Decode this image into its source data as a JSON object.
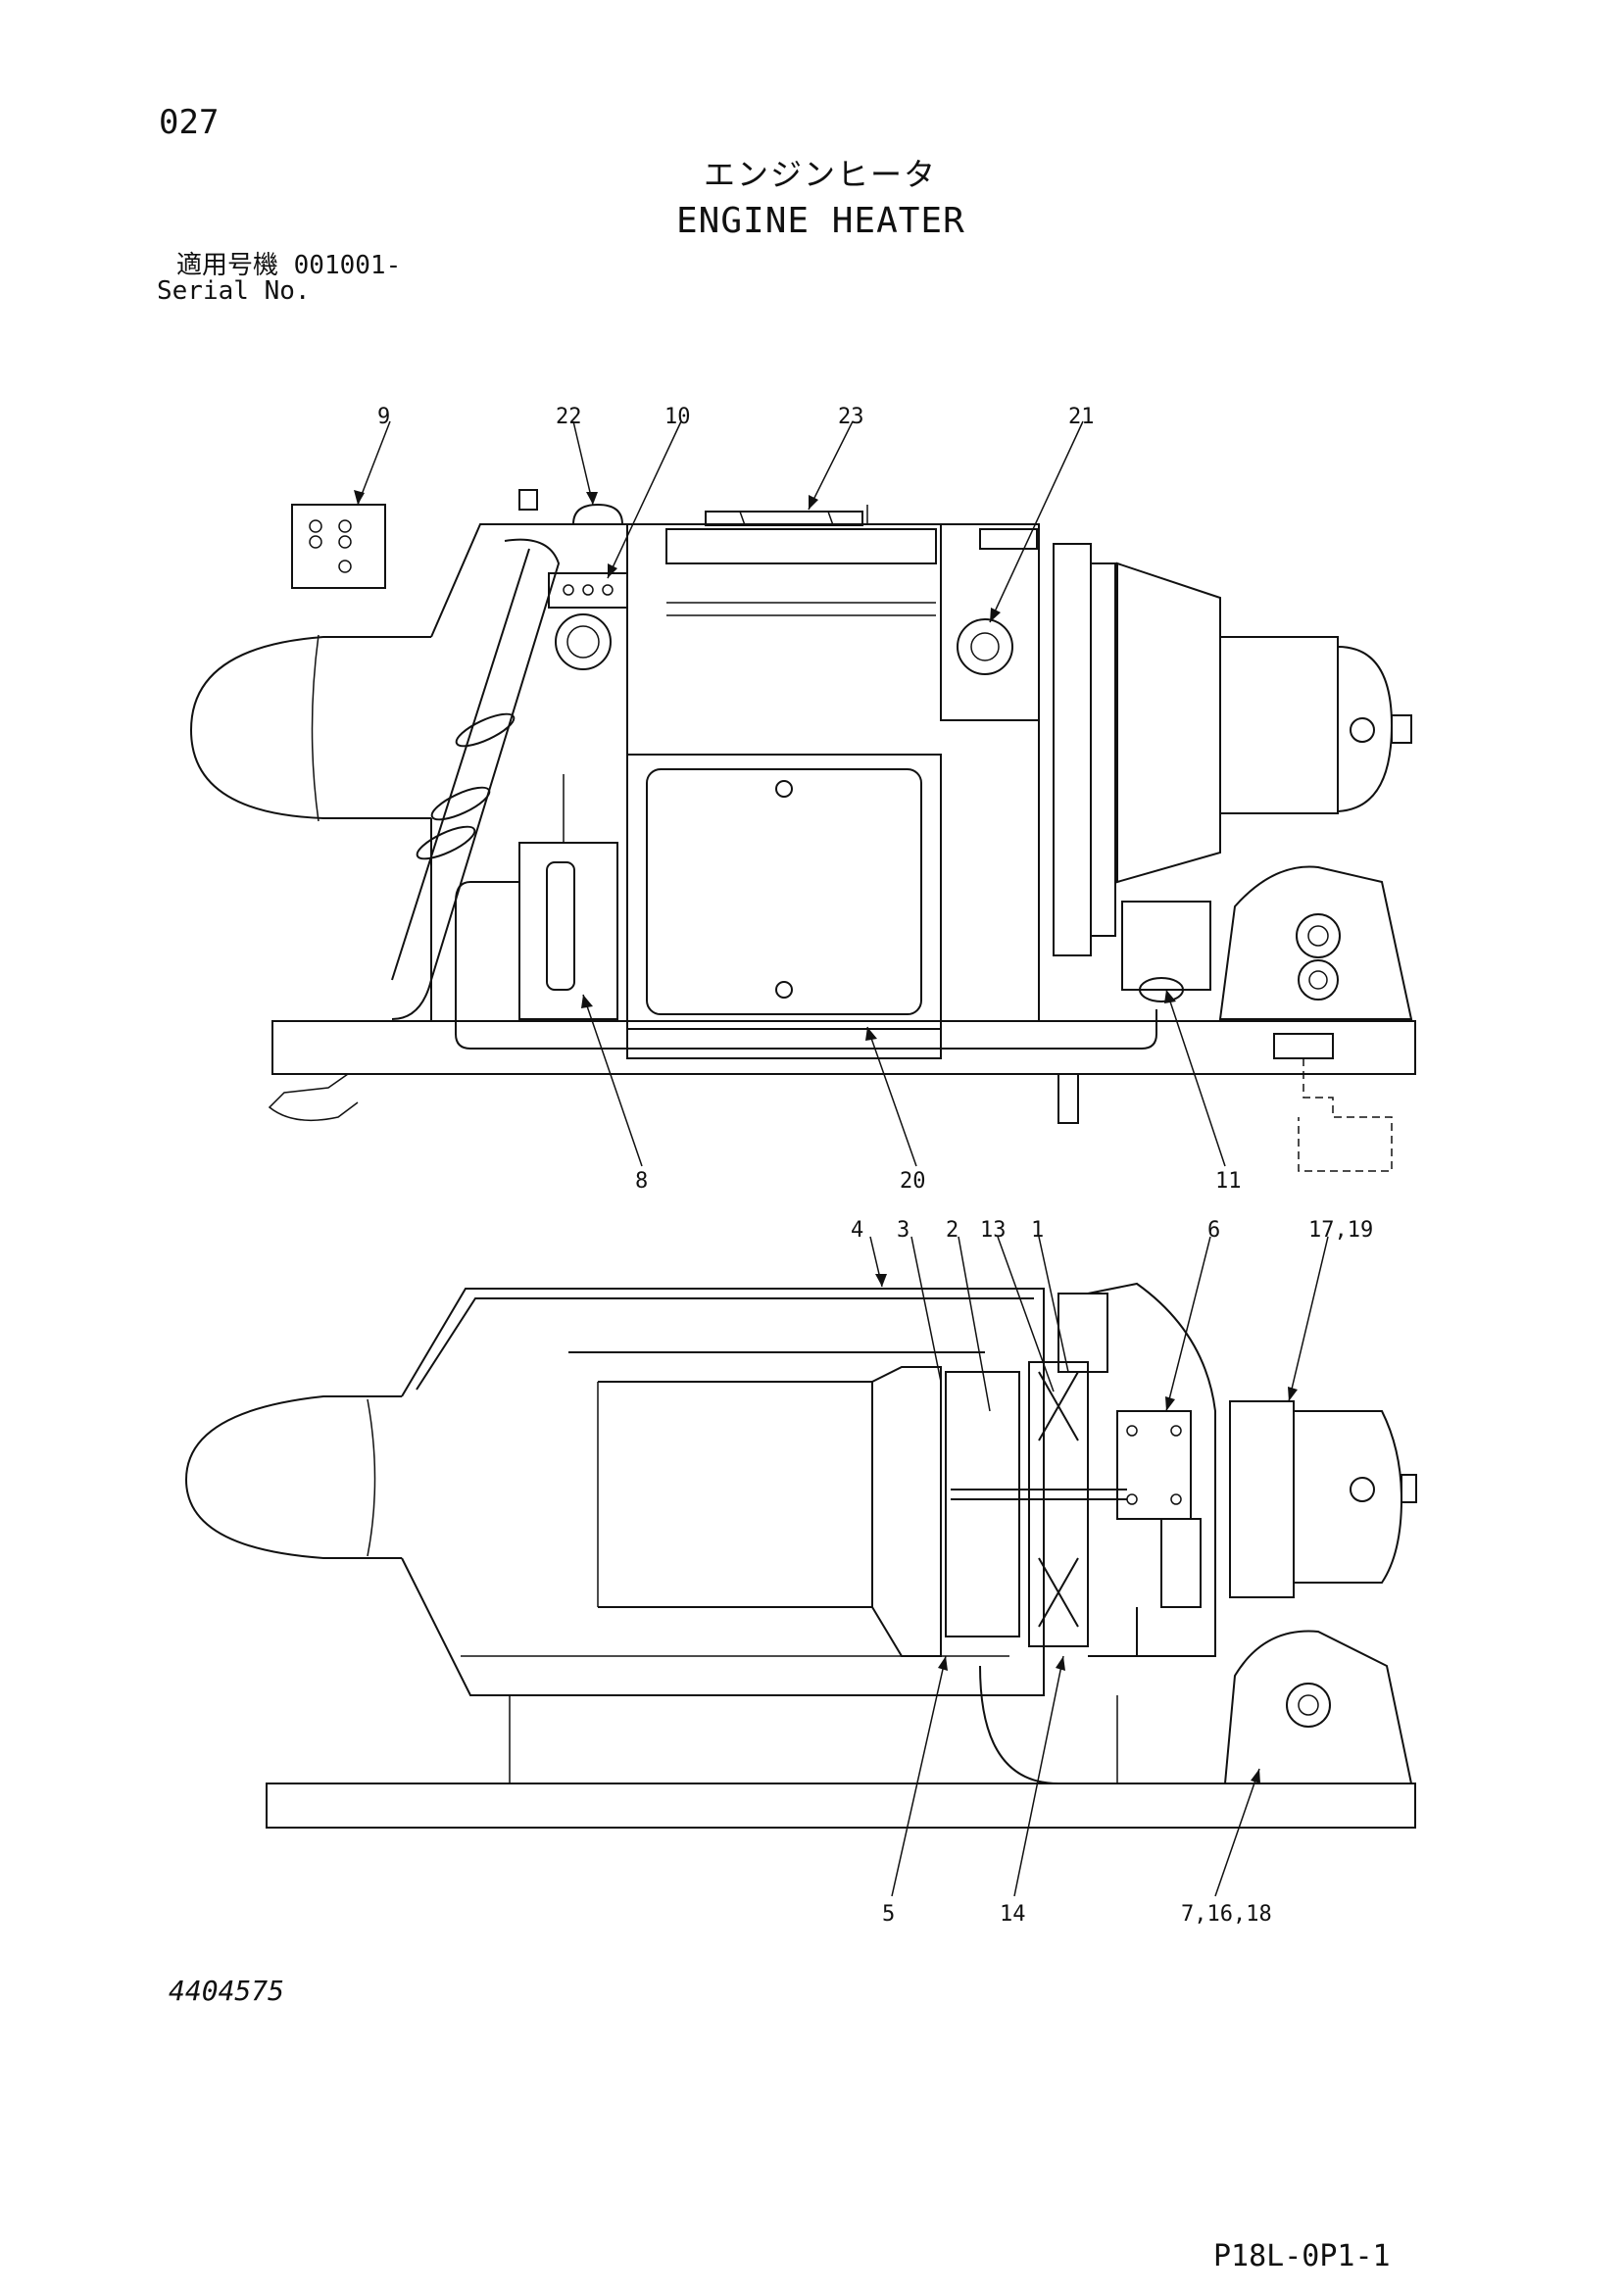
{
  "header": {
    "page_number": "027",
    "title_ja": "エンジンヒータ",
    "title_en": "ENGINE HEATER",
    "serial_ja": "適用号機  001001-",
    "serial_en": "Serial No."
  },
  "top_view_callouts": [
    "9",
    "22",
    "10",
    "23",
    "21",
    "8",
    "20",
    "11"
  ],
  "bottom_view_callouts": [
    "4",
    "3",
    "2",
    "13",
    "1",
    "6",
    "17,19",
    "5",
    "14",
    "7,16,18"
  ],
  "footer": {
    "catalog_number": "4404575",
    "page_code": "P18L-0P1-1"
  }
}
